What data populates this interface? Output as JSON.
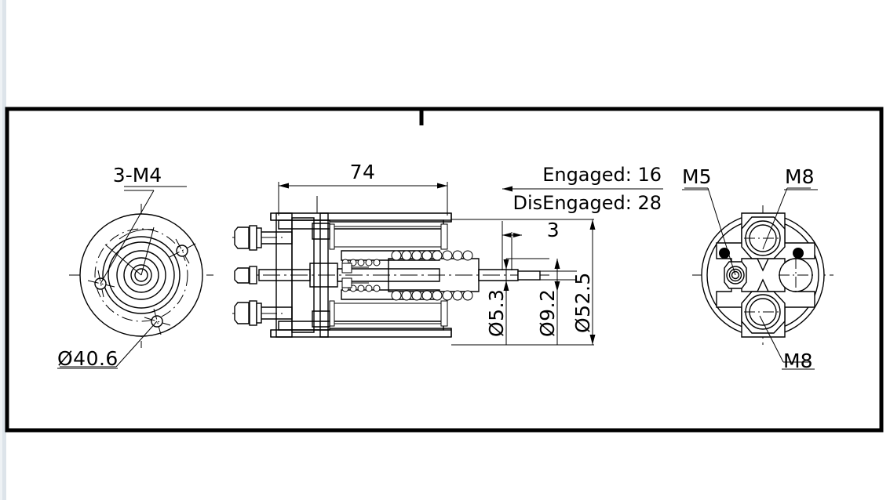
{
  "document": {
    "type": "engineering-drawing",
    "subject": "Solenoid / starter motor assembly cross-section"
  },
  "frame": {
    "border_color": "#000000",
    "background": "#ffffff",
    "edge_strip_color": "#dde4ea"
  },
  "views": {
    "left": {
      "name": "front-end-view",
      "labels": {
        "thread_note": "3-M4",
        "bolt_circle": "Ø40.6"
      }
    },
    "section": {
      "name": "longitudinal-section-view",
      "dimensions": {
        "length": "74",
        "step": "3",
        "shaft_small": "Ø5.3",
        "shaft_large": "Ø9.2",
        "body_diameter": "Ø52.5"
      },
      "notes": {
        "engaged": "Engaged: 16",
        "disengaged": "DisEngaged: 28"
      }
    },
    "right": {
      "name": "rear-end-view",
      "labels": {
        "terminal_small": "M5",
        "terminal_top": "M8",
        "terminal_bottom": "M8"
      }
    }
  }
}
